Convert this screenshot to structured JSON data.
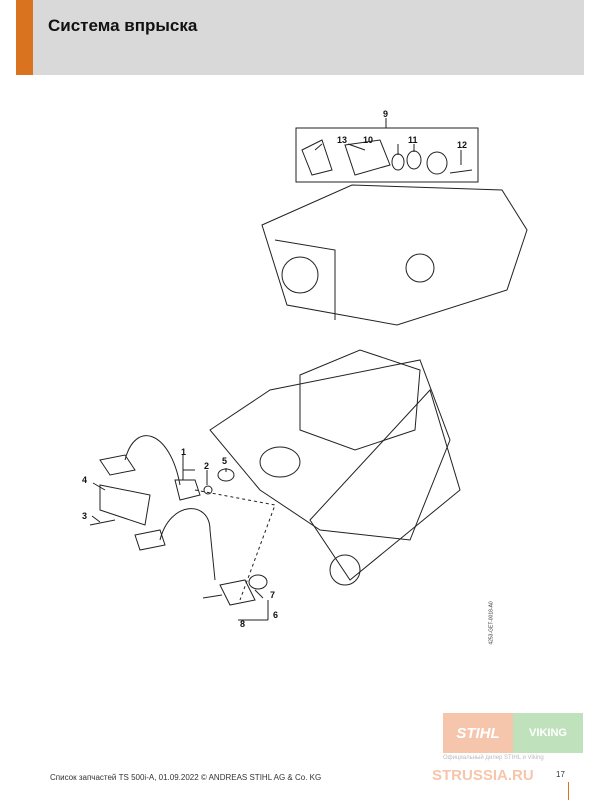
{
  "header": {
    "title": "Система впрыска"
  },
  "diagram": {
    "callouts": [
      "1",
      "2",
      "3",
      "4",
      "5",
      "6",
      "7",
      "8",
      "9",
      "10",
      "11",
      "12",
      "13"
    ],
    "drawing_code": "4253-GET-0018-A0"
  },
  "footer": {
    "text": "Список запчастей TS 500i-A, 01.09.2022 © ANDREAS STIHL AG & Co. KG",
    "page": "17"
  },
  "watermark": {
    "stihl": "STIHL",
    "viking": "VIKING",
    "dealer": "Официальный дилер STIHL и Viking",
    "site": "STRUSSIA.RU"
  }
}
